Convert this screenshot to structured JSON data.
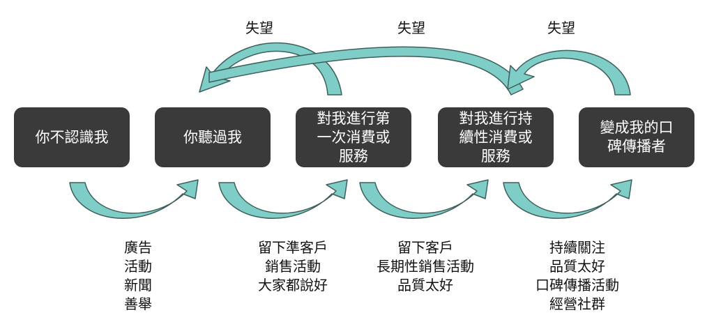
{
  "stages": [
    {
      "label": "你不認識我"
    },
    {
      "label": "你聽過我"
    },
    {
      "label": "對我進行第\n一次消費或\n服務"
    },
    {
      "label": "對我進行持\n續性消費或\n服務"
    },
    {
      "label": "變成我的口\n碑傳播者"
    }
  ],
  "forward_notes": [
    {
      "text": "廣告\n活動\n新聞\n善舉"
    },
    {
      "text": "留下準客戶\n銷售活動\n大家都說好"
    },
    {
      "text": "留下客戶\n長期性銷售活動\n品質太好"
    },
    {
      "text": "持續關注\n品質太好\n口碑傳播活動\n經營社群"
    }
  ],
  "failure_notes": [
    {
      "text": "失望"
    },
    {
      "text": "失望"
    },
    {
      "text": "失望"
    }
  ],
  "colors": {
    "stage_fill": "#3a3a3a",
    "stage_text": "#ffffff",
    "arrow_fill": "#7ecdc6",
    "arrow_stroke": "#3f5f5c"
  }
}
